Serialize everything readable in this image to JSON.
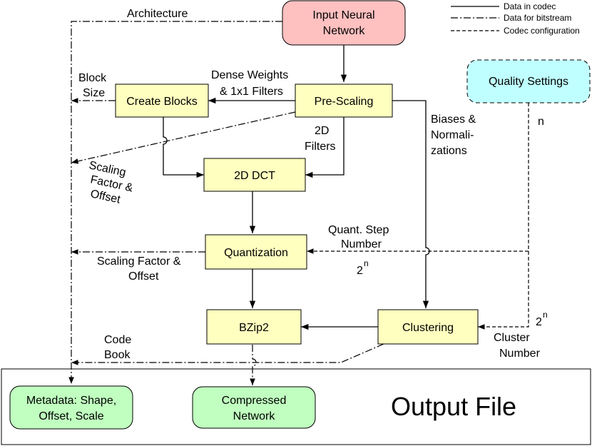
{
  "legend": {
    "data_in_codec": "Data in codec",
    "data_for_bitstream": "Data for bitstream",
    "codec_configuration": "Codec configuration"
  },
  "nodes": {
    "input_network_line1": "Input Neural",
    "input_network_line2": "Network",
    "create_blocks": "Create Blocks",
    "pre_scaling": "Pre-Scaling",
    "quality_settings": "Quality Settings",
    "dct_2d": "2D DCT",
    "quantization": "Quantization",
    "bzip2": "BZip2",
    "clustering": "Clustering",
    "metadata_line1": "Metadata: Shape,",
    "metadata_line2": "Offset, Scale",
    "compressed_line1": "Compressed",
    "compressed_line2": "Network",
    "output_file": "Output File"
  },
  "edge_labels": {
    "architecture": "Architecture",
    "block": "Block",
    "size": "Size",
    "dense_weights": "Dense Weights",
    "filters_1x1": "& 1x1 Filters",
    "scaling": "Scaling",
    "factor_amp": "Factor &",
    "offset": "Offset",
    "filters_2d_line1": "2D",
    "filters_2d_line2": "Filters",
    "biases": "Biases &",
    "normalizations_line1": "Normali-",
    "normalizations_line2": "zations",
    "n": "n",
    "quant_step": "Quant. Step",
    "number": "Number",
    "two_n_a_base": "2",
    "two_n_a_exp": "n",
    "scaling_factor_amp": "Scaling Factor &",
    "offset2": "Offset",
    "code": "Code",
    "book": "Book",
    "two_n_b_base": "2",
    "two_n_b_exp": "n",
    "cluster": "Cluster",
    "cluster_number": "Number"
  }
}
